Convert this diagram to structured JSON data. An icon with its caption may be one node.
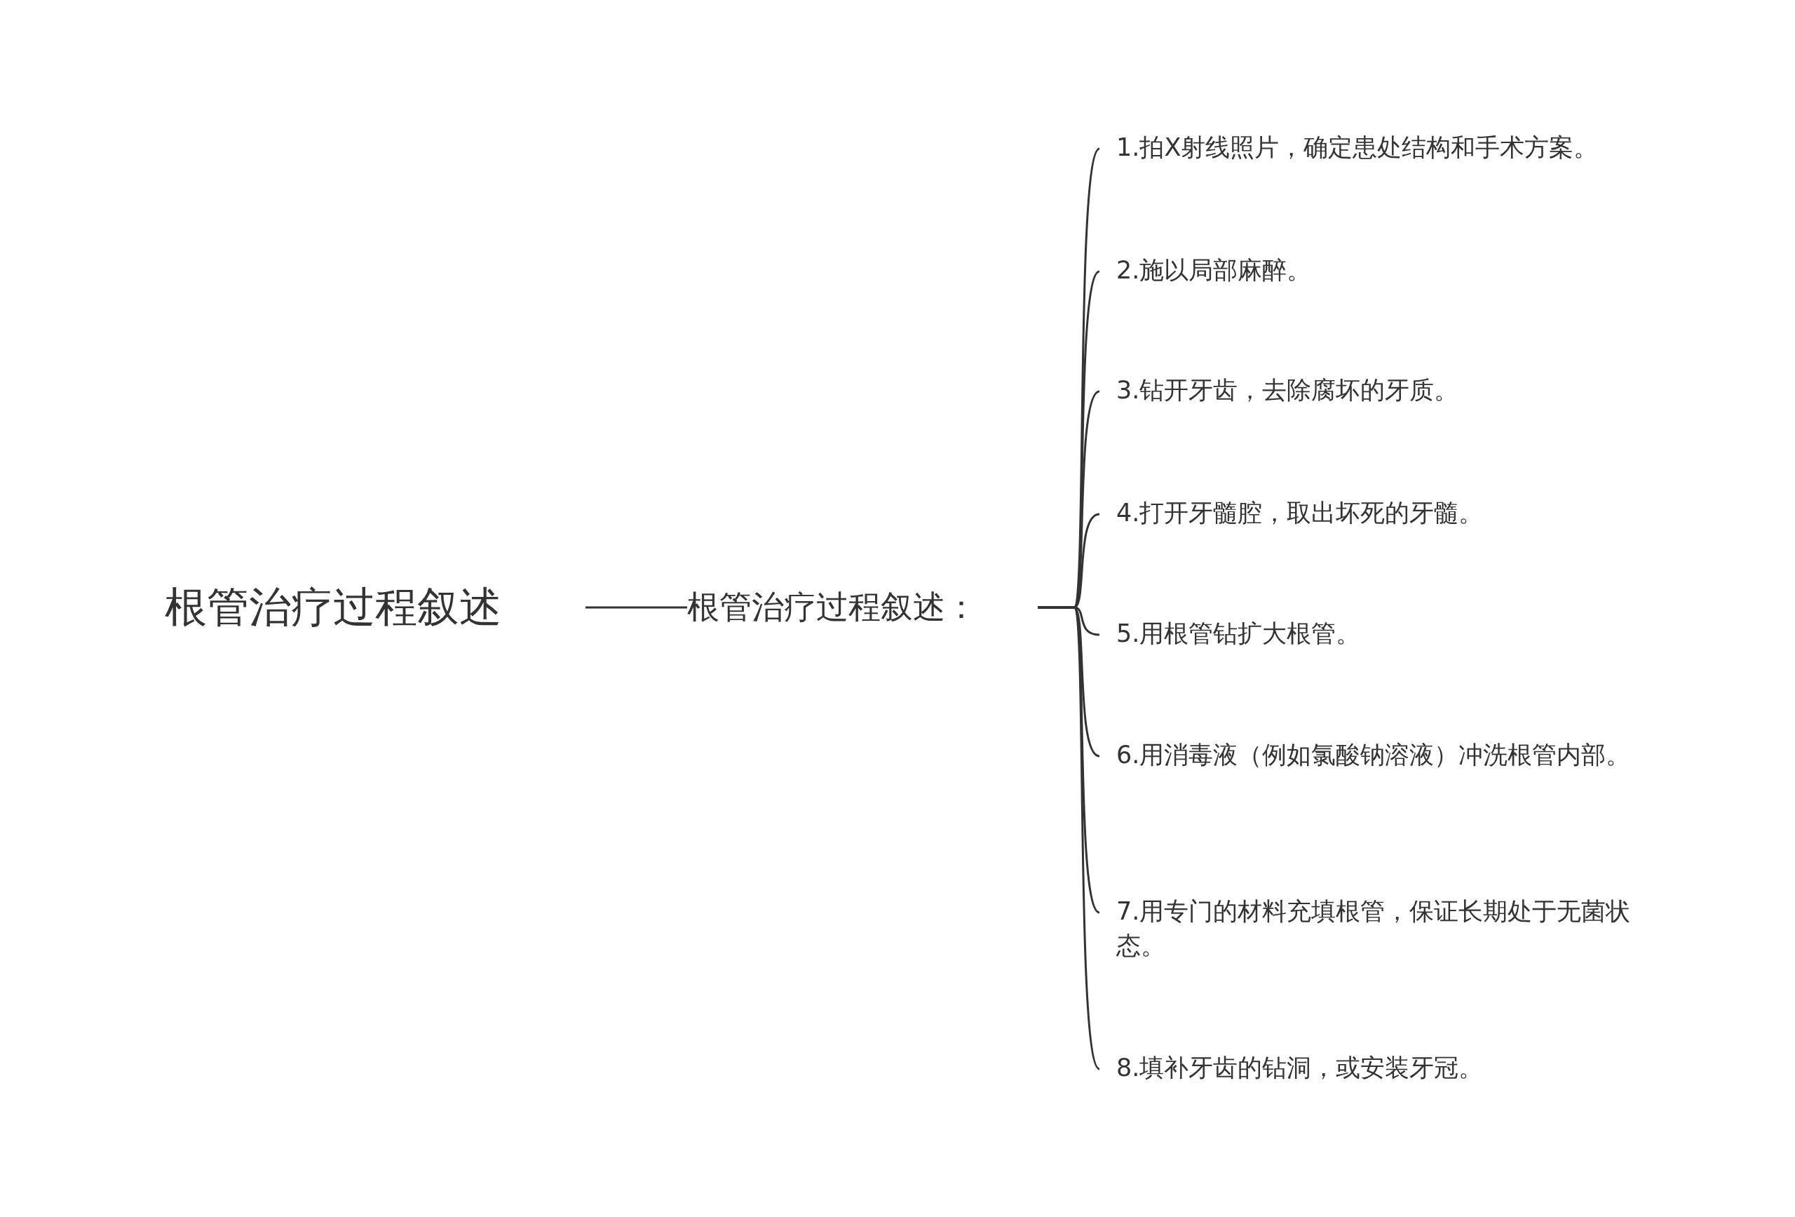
{
  "diagram": {
    "nodes": [
      {
        "text": [
          "根管治疗过程叙述"
        ]
      },
      {
        "text": [
          "根管治疗过程叙述："
        ]
      },
      {
        "text": [
          "1.拍X射线照片，确定患处结构和手术方案。"
        ]
      },
      {
        "text": [
          "2.施以局部麻醉。"
        ]
      },
      {
        "text": [
          "3.钻开牙齿，去除腐坏的牙质。"
        ]
      },
      {
        "text": [
          "4.打开牙髓腔，取出坏死的牙髓。"
        ]
      },
      {
        "text": [
          "5.用根管钻扩大根管。"
        ]
      },
      {
        "text": [
          "6.用消毒液（例如氯酸钠溶液）冲洗根管内部。"
        ]
      },
      {
        "text": [
          "7.用专门的材料充填根管，保证长期处于无菌状态。"
        ]
      },
      {
        "text": [
          "8.填补牙齿的钻洞，或安装牙冠。"
        ]
      }
    ],
    "edges": [
      {
        "from": 0,
        "to": 1,
        "arrow": "none"
      },
      {
        "from": 1,
        "to": 2,
        "arrow": "none"
      },
      {
        "from": 1,
        "to": 3,
        "arrow": "none"
      },
      {
        "from": 1,
        "to": 4,
        "arrow": "none"
      },
      {
        "from": 1,
        "to": 5,
        "arrow": "none"
      },
      {
        "from": 1,
        "to": 6,
        "arrow": "none"
      },
      {
        "from": 1,
        "to": 7,
        "arrow": "none"
      },
      {
        "from": 1,
        "to": 8,
        "arrow": "none"
      },
      {
        "from": 1,
        "to": 9,
        "arrow": "none"
      }
    ]
  }
}
